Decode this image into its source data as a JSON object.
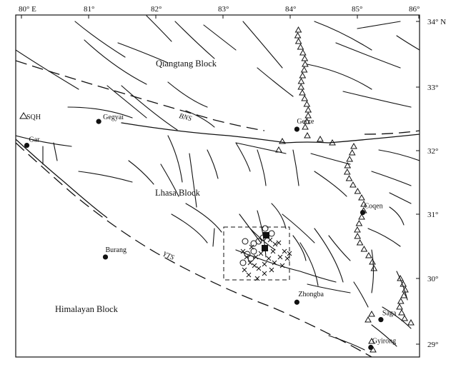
{
  "axes": {
    "top_ticks": [
      "80° E",
      "81°",
      "82°",
      "83°",
      "84°",
      "85°",
      "86°"
    ],
    "right_ticks": [
      "34° N",
      "33°",
      "32°",
      "31°",
      "30°",
      "29°"
    ]
  },
  "blocks": {
    "qiangtang": "Qiangtang Block",
    "lhasa": "Lhasa Block",
    "himalayan": "Himalayan Block"
  },
  "sutures": {
    "bns": "BNS",
    "yts": "YTS"
  },
  "stations": {
    "sqh": "SQH"
  },
  "towns": [
    {
      "name": "Gegyai",
      "lon": 81.15,
      "lat": 32.45
    },
    {
      "name": "Gar",
      "lon": 80.08,
      "lat": 32.08
    },
    {
      "name": "Gerze",
      "lon": 84.1,
      "lat": 32.33
    },
    {
      "name": "Coqen",
      "lon": 85.08,
      "lat": 31.04
    },
    {
      "name": "Burang",
      "lon": 81.25,
      "lat": 30.35
    },
    {
      "name": "Zhongba",
      "lon": 84.1,
      "lat": 29.65
    },
    {
      "name": "Saga",
      "lon": 85.35,
      "lat": 29.38
    },
    {
      "name": "Gyirong",
      "lon": 85.2,
      "lat": 28.95
    }
  ],
  "colors": {
    "ink": "#111111",
    "background": "#ffffff"
  }
}
